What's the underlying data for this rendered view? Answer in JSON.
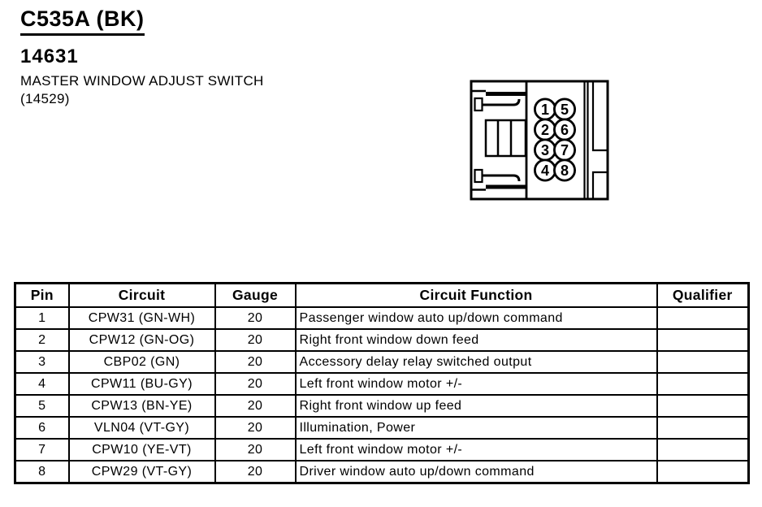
{
  "header": {
    "connector_id": "C535A (BK)",
    "part_number": "14631",
    "description": "MASTER WINDOW ADJUST SWITCH",
    "base_number": "(14529)"
  },
  "connector": {
    "pins": [
      "1",
      "2",
      "3",
      "4",
      "5",
      "6",
      "7",
      "8"
    ]
  },
  "table": {
    "headers": [
      "Pin",
      "Circuit",
      "Gauge",
      "Circuit Function",
      "Qualifier"
    ],
    "rows": [
      {
        "pin": "1",
        "circuit": "CPW31 (GN-WH)",
        "gauge": "20",
        "function": "Passenger window auto up/down command",
        "qualifier": ""
      },
      {
        "pin": "2",
        "circuit": "CPW12 (GN-OG)",
        "gauge": "20",
        "function": "Right front window down feed",
        "qualifier": ""
      },
      {
        "pin": "3",
        "circuit": "CBP02 (GN)",
        "gauge": "20",
        "function": "Accessory delay relay switched output",
        "qualifier": ""
      },
      {
        "pin": "4",
        "circuit": "CPW11 (BU-GY)",
        "gauge": "20",
        "function": "Left front window motor +/-",
        "qualifier": ""
      },
      {
        "pin": "5",
        "circuit": "CPW13 (BN-YE)",
        "gauge": "20",
        "function": "Right front window up feed",
        "qualifier": ""
      },
      {
        "pin": "6",
        "circuit": "VLN04 (VT-GY)",
        "gauge": "20",
        "function": "Illumination, Power",
        "qualifier": ""
      },
      {
        "pin": "7",
        "circuit": "CPW10 (YE-VT)",
        "gauge": "20",
        "function": "Left front window motor +/-",
        "qualifier": ""
      },
      {
        "pin": "8",
        "circuit": "CPW29 (VT-GY)",
        "gauge": "20",
        "function": "Driver window auto up/down command",
        "qualifier": ""
      }
    ]
  },
  "colors": {
    "ink": "#000000",
    "paper": "#ffffff"
  }
}
